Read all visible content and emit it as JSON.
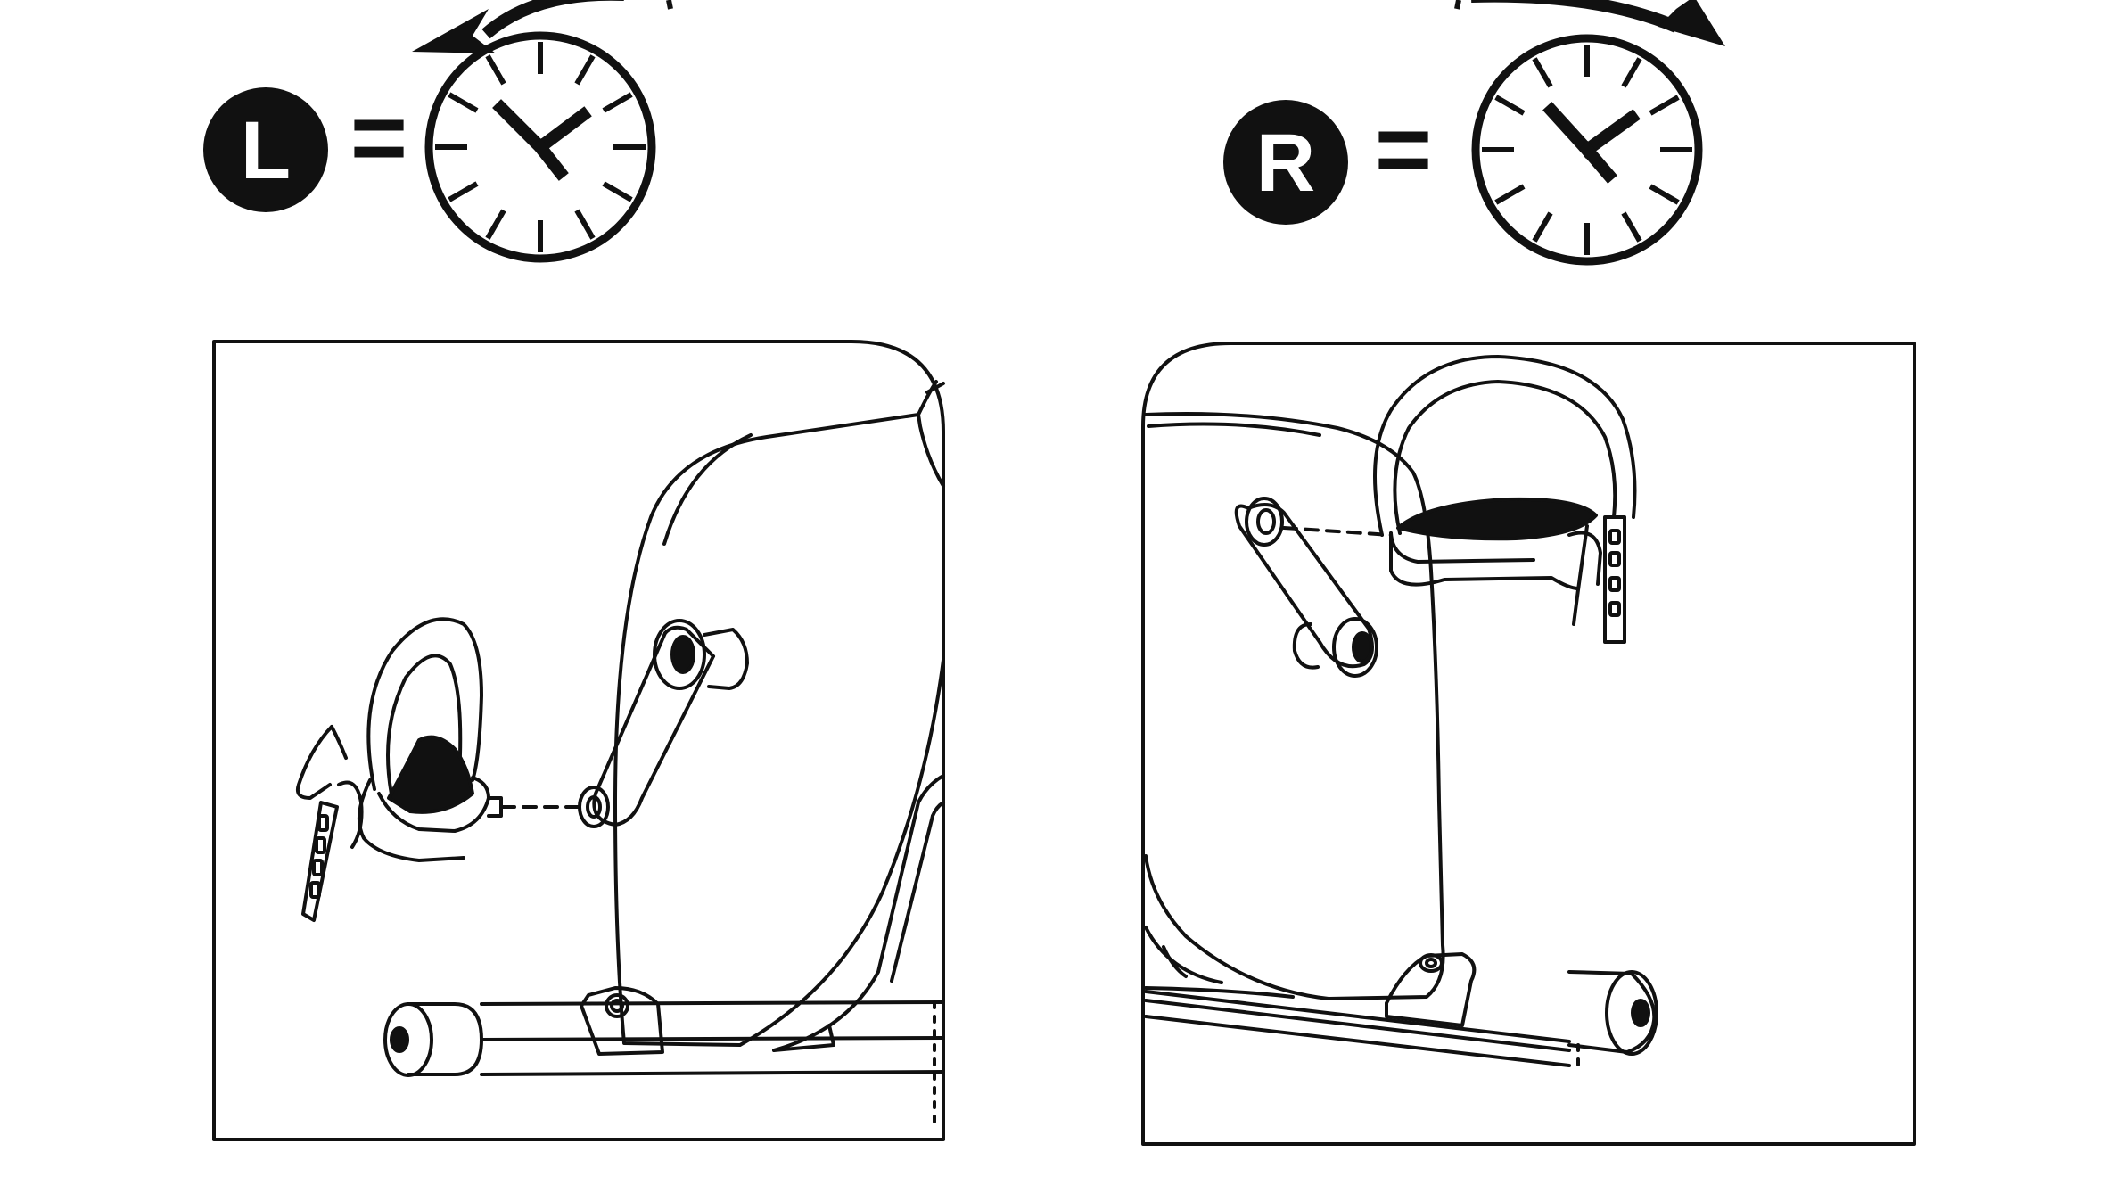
{
  "left_badge": {
    "letter": "L",
    "equals": "=",
    "direction": "counterclockwise"
  },
  "right_badge": {
    "letter": "R",
    "equals": "=",
    "direction": "clockwise"
  },
  "colors": {
    "ink": "#111111",
    "paper": "#ffffff"
  },
  "icons": {
    "clock": "clock-icon",
    "rotation_arrow": "rotation-arrow-icon",
    "pedal": "pedal-icon",
    "crank": "crank-arm-icon"
  }
}
